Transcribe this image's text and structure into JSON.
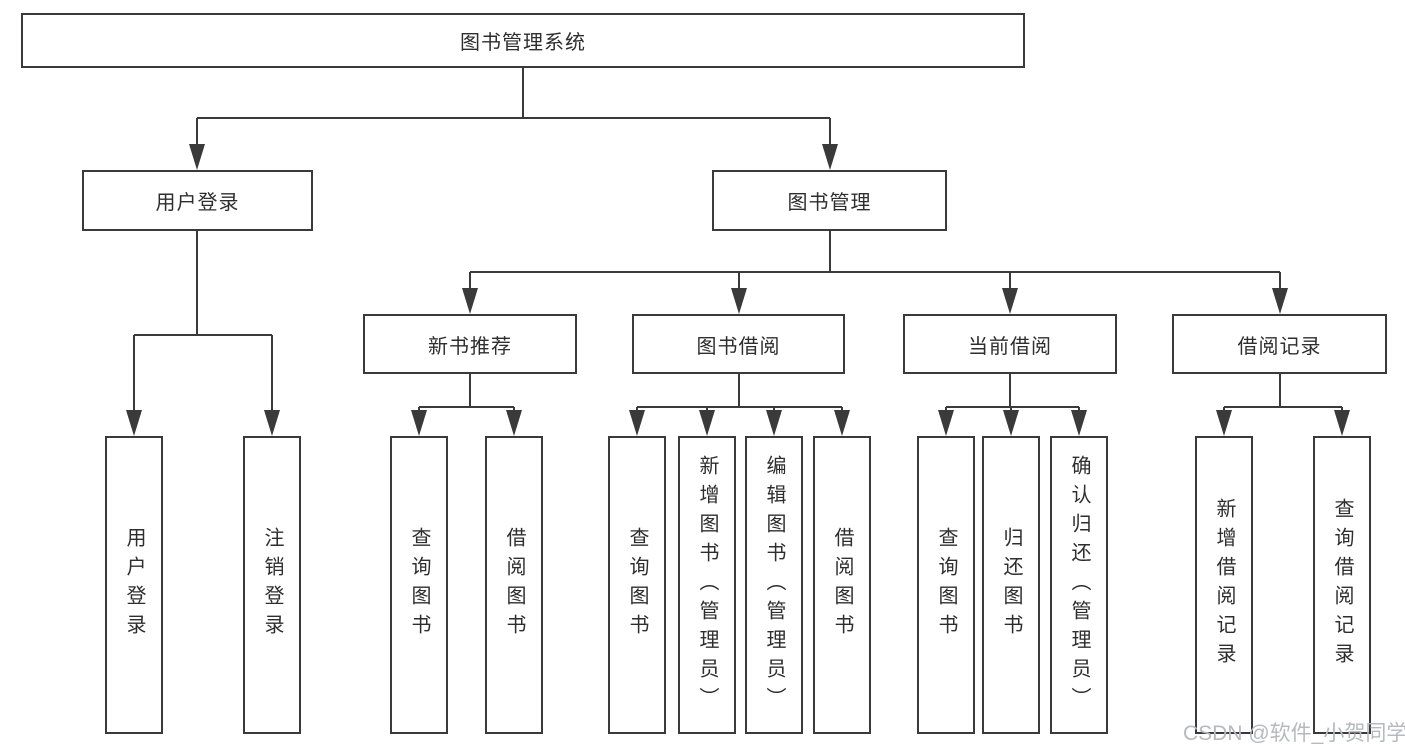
{
  "tree": {
    "root": {
      "label": "图书管理系统"
    },
    "level2": [
      {
        "label": "用户登录",
        "leaves": [
          "用户登录",
          "注销登录"
        ]
      },
      {
        "label": "图书管理",
        "children": [
          {
            "label": "新书推荐",
            "leaves": [
              "查询图书",
              "借阅图书"
            ]
          },
          {
            "label": "图书借阅",
            "leaves": [
              "查询图书",
              "新增图书（管理员）",
              "编辑图书（管理员）",
              "借阅图书"
            ]
          },
          {
            "label": "当前借阅",
            "leaves": [
              "查询图书",
              "归还图书",
              "确认归还（管理员）"
            ]
          },
          {
            "label": "借阅记录",
            "leaves": [
              "新增借阅记录",
              "查询借阅记录"
            ]
          }
        ]
      }
    ]
  },
  "watermark": {
    "text": "CSDN @软件_小贺同学"
  },
  "colors": {
    "line": "#3a3a3a",
    "box_border": "#3a3a3a",
    "box_background": "#ffffff",
    "text": "#2e2e2e",
    "watermark": "#b5bac0",
    "page_background": "#ffffff"
  }
}
